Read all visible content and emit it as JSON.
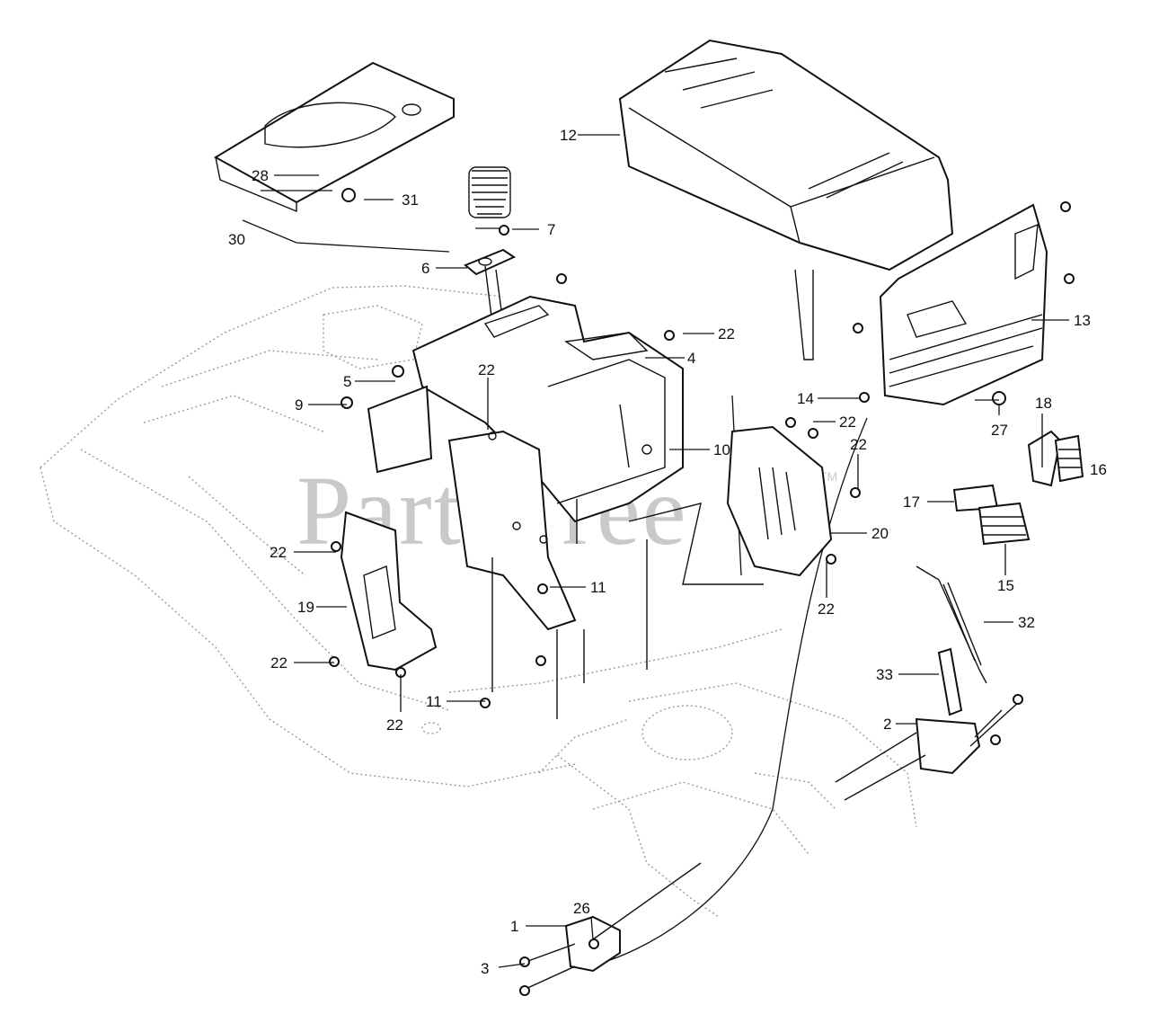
{
  "watermark": {
    "text": "PartsTree",
    "tm": "TM"
  },
  "labels": [
    {
      "id": "1",
      "text": "1"
    },
    {
      "id": "2",
      "text": "2"
    },
    {
      "id": "3",
      "text": "3"
    },
    {
      "id": "4",
      "text": "4"
    },
    {
      "id": "5",
      "text": "5"
    },
    {
      "id": "6",
      "text": "6"
    },
    {
      "id": "7",
      "text": "7"
    },
    {
      "id": "9",
      "text": "9"
    },
    {
      "id": "10",
      "text": "10"
    },
    {
      "id": "11a",
      "text": "11"
    },
    {
      "id": "11b",
      "text": "11"
    },
    {
      "id": "12",
      "text": "12"
    },
    {
      "id": "13",
      "text": "13"
    },
    {
      "id": "14",
      "text": "14"
    },
    {
      "id": "15",
      "text": "15"
    },
    {
      "id": "16",
      "text": "16"
    },
    {
      "id": "17",
      "text": "17"
    },
    {
      "id": "18",
      "text": "18"
    },
    {
      "id": "19",
      "text": "19"
    },
    {
      "id": "20",
      "text": "20"
    },
    {
      "id": "22a",
      "text": "22"
    },
    {
      "id": "22b",
      "text": "22"
    },
    {
      "id": "22c",
      "text": "22"
    },
    {
      "id": "22d",
      "text": "22"
    },
    {
      "id": "22e",
      "text": "22"
    },
    {
      "id": "22f",
      "text": "22"
    },
    {
      "id": "22g",
      "text": "22"
    },
    {
      "id": "22h",
      "text": "22"
    },
    {
      "id": "26",
      "text": "26"
    },
    {
      "id": "27",
      "text": "27"
    },
    {
      "id": "28",
      "text": "28"
    },
    {
      "id": "30",
      "text": "30"
    },
    {
      "id": "31",
      "text": "31"
    },
    {
      "id": "32",
      "text": "32"
    },
    {
      "id": "33",
      "text": "33"
    }
  ]
}
